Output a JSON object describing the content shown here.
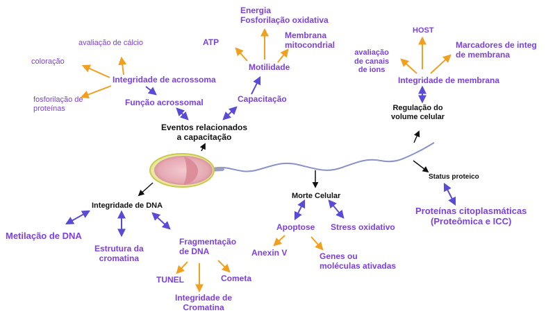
{
  "colors": {
    "purple": "#7b3fe4",
    "orange": "#f0a020",
    "blue_arrow": "#5a4bd6",
    "black": "#111111",
    "tail": "#8a90c8",
    "head_pink": "#e7b1b8",
    "head_dark": "#c97080",
    "head_ring": "#c9c94a"
  },
  "nodes": {
    "eventos": "Eventos relacionados\na capacitação",
    "funcao_acrossomal": "Função acrossomal",
    "capacitacao": "Capacitação",
    "integridade_acrossoma": "Integridade de acrossoma",
    "avaliacao_calcio": "avaliação de cálcio",
    "coloracao": "coloração",
    "fosforilacao_proteinas": "fosforilação de\nproteínas",
    "motilidade": "Motilidade",
    "atp": "ATP",
    "energia": "Energia\nFosforilação oxidativa",
    "membrana_mito": "Membrana\nmitocondrial",
    "regulacao_volume": "Regulação do\nvolume celular",
    "integridade_membrana": "Integridade de membrana",
    "avaliacao_canais": "avaliação\nde canais\nde ions",
    "host": "HOST",
    "marcadores": "Marcadores de integ\nde membrana",
    "status_proteico": "Status proteico",
    "proteinas_cito": "Proteínas citoplasmáticas\n(Proteômica e ICC)",
    "morte_celular": "Morte Celular",
    "apoptose": "Apoptose",
    "stress": "Stress oxidativo",
    "anexin": "Anexin V",
    "genes": "Genes ou\nmoléculas ativadas",
    "integridade_dna": "Integridade de DNA",
    "metilacao": "Metilação de DNA",
    "estrutura_cromatina": "Estrutura da\ncromatina",
    "fragmentacao": "Fragmentação\nde DNA",
    "tunel": "TUNEL",
    "cometa": "Cometa",
    "integridade_cromatina": "Integridade de\nCromatina"
  }
}
